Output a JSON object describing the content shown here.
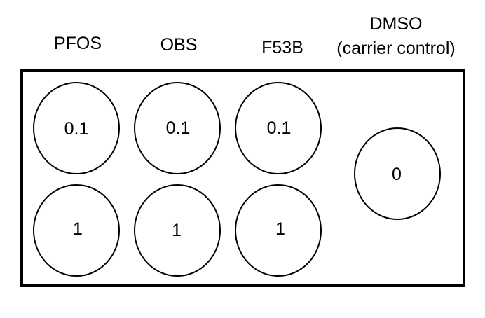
{
  "columns": [
    {
      "key": "pfos",
      "label": "PFOS"
    },
    {
      "key": "obs",
      "label": "OBS"
    },
    {
      "key": "f53b",
      "label": "F53B"
    },
    {
      "key": "dmso",
      "label": "DMSO",
      "sublabel": "(carrier control)"
    }
  ],
  "wells": {
    "pfos_top": "0.1",
    "obs_top": "0.1",
    "f53b_top": "0.1",
    "pfos_bottom": "1",
    "obs_bottom": "1",
    "f53b_bottom": "1",
    "dmso": "0"
  },
  "colors": {
    "stroke": "#000000",
    "background": "#ffffff"
  }
}
